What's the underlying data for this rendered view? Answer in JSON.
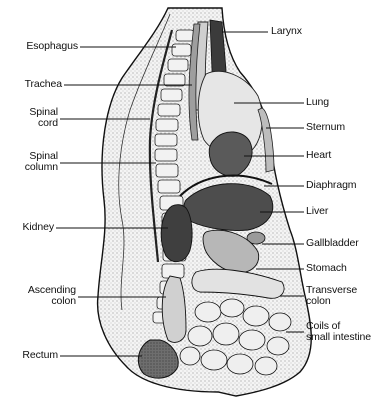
{
  "figure": {
    "subject": "Lateral cross-section of the human torso showing internal organs",
    "labels_left": {
      "esophagus": "Esophagus",
      "trachea": "Trachea",
      "spinal_cord": [
        "Spinal",
        "cord"
      ],
      "spinal_column": [
        "Spinal",
        "column"
      ],
      "kidney": "Kidney",
      "ascending_colon": [
        "Ascending",
        "colon"
      ],
      "rectum": "Rectum"
    },
    "labels_right": {
      "larynx": "Larynx",
      "lung": "Lung",
      "sternum": "Sternum",
      "heart": "Heart",
      "diaphragm": "Diaphragm",
      "liver": "Liver",
      "gallbladder": "Gallbladder",
      "stomach": "Stomach",
      "transverse_colon": [
        "Transverse",
        "colon"
      ],
      "small_intestine": [
        "Coils of",
        "small intestine"
      ]
    }
  },
  "colors": {
    "ink": "#111111",
    "dark_organ": "#4a4a4a",
    "mid_organ": "#8c8c8c",
    "light_organ": "#d9d9d9",
    "background": "#ffffff"
  }
}
